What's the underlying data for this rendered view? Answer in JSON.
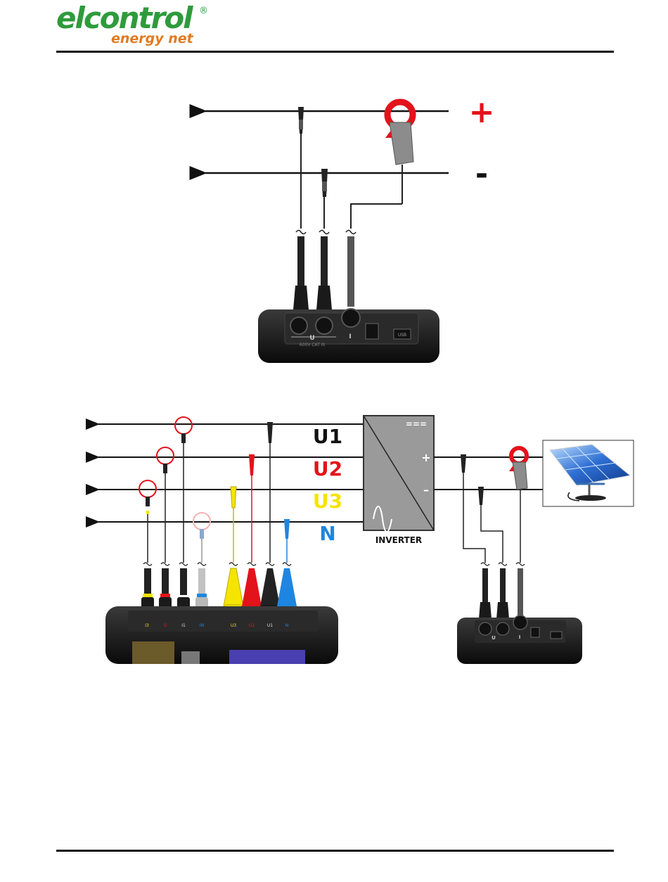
{
  "logo": {
    "main": "elcontrol",
    "registered": "®",
    "sub": "energy net"
  },
  "dc_diagram": {
    "plus_sign": "+",
    "minus_sign": "-",
    "voltage_port_label": "U",
    "current_port_label": "I",
    "category_label": "600V CAT III",
    "usb_label": "USB"
  },
  "pv_diagram": {
    "phase_labels": [
      "U1",
      "U2",
      "U3",
      "N"
    ],
    "inverter_label": "INVERTER",
    "inverter_dc_symbol": "===",
    "inverter_plus": "+",
    "inverter_minus": "–",
    "clamp_labels": [
      "I3",
      "I2",
      "I1",
      "IN"
    ],
    "voltage_labels": [
      "U3",
      "U2",
      "U1",
      "N"
    ],
    "small_voltage_label": "U",
    "small_current_label": "I"
  },
  "colors": {
    "line": "#111111",
    "red": "#e3131b",
    "yellow": "#f4e400",
    "blue": "#1e86e0",
    "gray": "#b9b9b9",
    "green": "#2e9b3c",
    "orange": "#e07b22"
  }
}
